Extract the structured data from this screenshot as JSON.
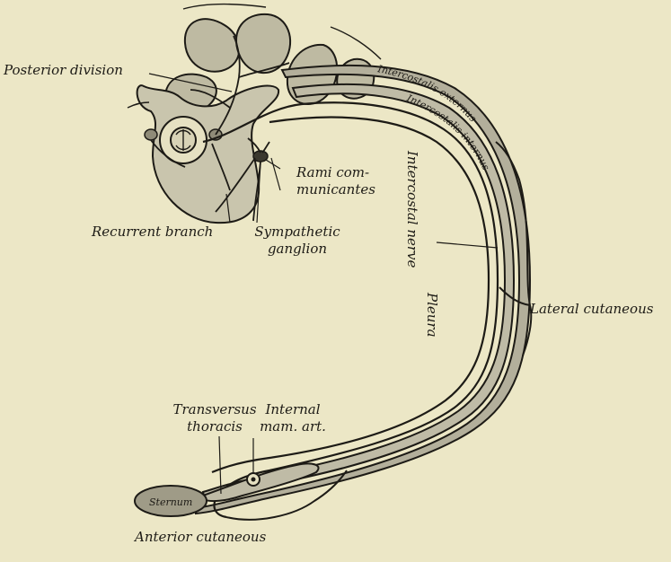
{
  "labels": {
    "posterior_division": "Posterior division",
    "rami_line1": "Rami com-",
    "rami_line2": "municantes",
    "recurrent_branch": "Recurrent branch",
    "sympathetic_line1": "Sympathetic",
    "sympathetic_line2": "ganglion",
    "intercostal_nerve": "Intercostal nerve",
    "pleura": "Pleura",
    "lateral_cutaneous": "Lateral cutaneous",
    "transversus_line1": "Transversus",
    "transversus_line2": "thoracis",
    "internal_line1": "Internal",
    "internal_line2": "mam. art.",
    "anterior_cutaneous": "Anterior cutaneous",
    "sternum": "Sternum",
    "intercostalis_externus": "Intercostalis externus",
    "intercostalis_internus": "Intercostalis internus"
  },
  "colors": {
    "background": "#ece7c6",
    "ink": "#1d1b16",
    "muscle_fill": "#b7b39f",
    "vertebra_fill": "#c9c5ad"
  }
}
